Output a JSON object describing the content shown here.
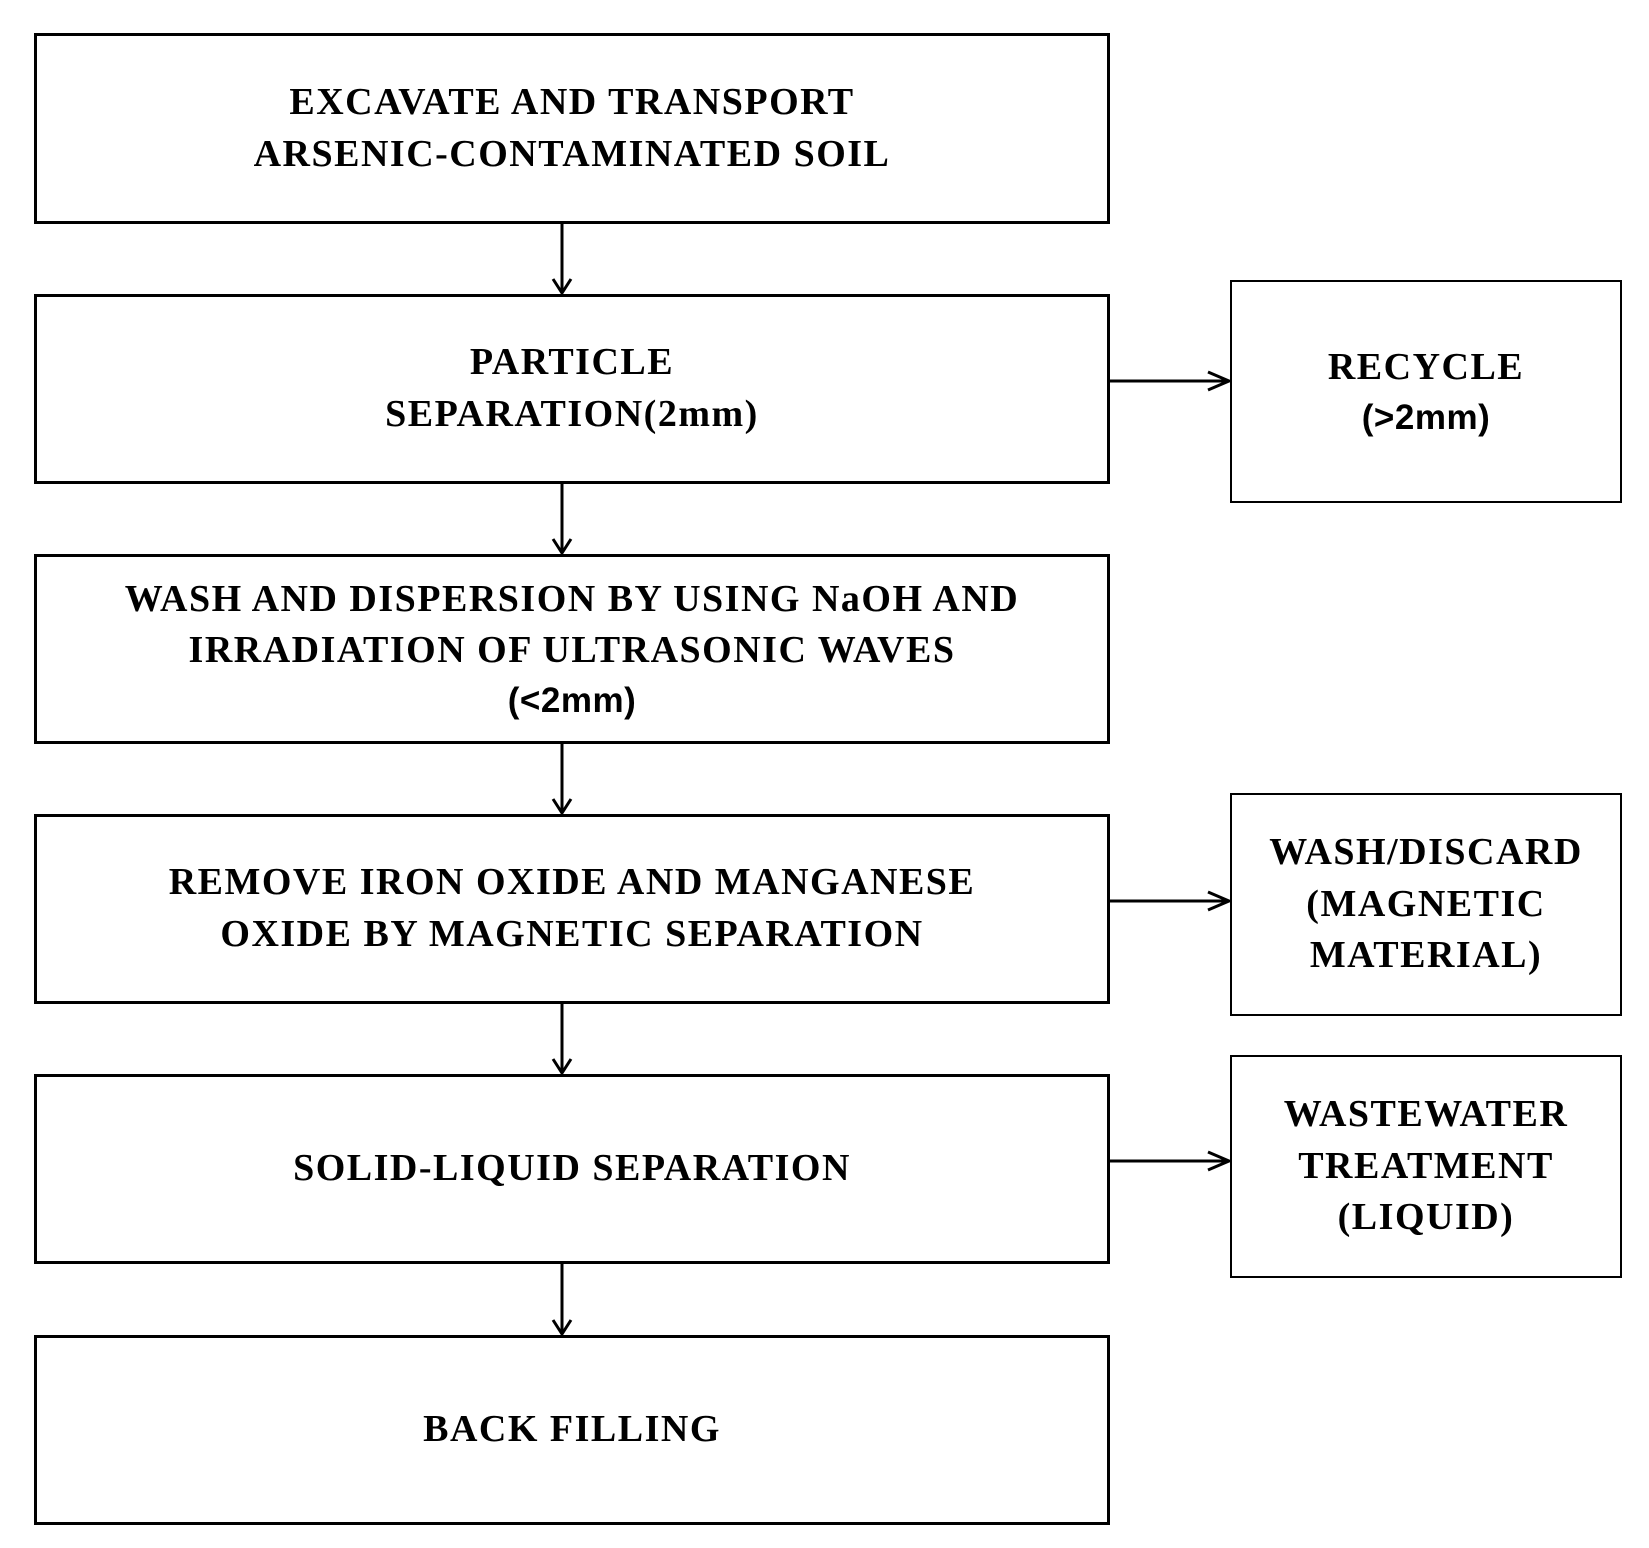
{
  "steps": [
    {
      "id": "excavate",
      "lines": [
        {
          "text": "EXCAVATE AND TRANSPORT",
          "font": "serif"
        },
        {
          "text": "ARSENIC-CONTAMINATED SOIL",
          "font": "serif"
        }
      ]
    },
    {
      "id": "particle-separation",
      "lines": [
        {
          "text": "PARTICLE",
          "font": "serif"
        },
        {
          "text": "SEPARATION(2mm)",
          "font": "serif"
        }
      ]
    },
    {
      "id": "wash-dispersion",
      "lines": [
        {
          "text": "WASH AND DISPERSION BY USING NaOH AND",
          "font": "serif"
        },
        {
          "text": "IRRADIATION OF ULTRASONIC WAVES",
          "font": "serif"
        },
        {
          "text": "(<2mm)",
          "font": "sans"
        }
      ]
    },
    {
      "id": "magnetic-separation",
      "lines": [
        {
          "text": "REMOVE IRON OXIDE AND MANGANESE",
          "font": "serif"
        },
        {
          "text": "OXIDE BY MAGNETIC SEPARATION",
          "font": "serif"
        }
      ]
    },
    {
      "id": "solid-liquid-separation",
      "lines": [
        {
          "text": "SOLID-LIQUID SEPARATION",
          "font": "serif"
        }
      ]
    },
    {
      "id": "back-filling",
      "lines": [
        {
          "text": "BACK FILLING",
          "font": "serif"
        }
      ]
    }
  ],
  "outputs": [
    {
      "id": "recycle",
      "lines": [
        {
          "text": "RECYCLE",
          "font": "serif"
        },
        {
          "text": "(>2mm)",
          "font": "sans"
        }
      ]
    },
    {
      "id": "wash-discard",
      "lines": [
        {
          "text": "WASH/DISCARD",
          "font": "serif"
        },
        {
          "text": "(MAGNETIC",
          "font": "serif"
        },
        {
          "text": "MATERIAL)",
          "font": "serif"
        }
      ]
    },
    {
      "id": "wastewater-treatment",
      "lines": [
        {
          "text": "WASTEWATER",
          "font": "serif"
        },
        {
          "text": "TREATMENT",
          "font": "serif"
        },
        {
          "text": "(LIQUID)",
          "font": "serif"
        }
      ]
    }
  ],
  "flow_edges": [
    {
      "from": "excavate",
      "to": "particle-separation"
    },
    {
      "from": "particle-separation",
      "to": "wash-dispersion"
    },
    {
      "from": "wash-dispersion",
      "to": "magnetic-separation"
    },
    {
      "from": "magnetic-separation",
      "to": "solid-liquid-separation"
    },
    {
      "from": "solid-liquid-separation",
      "to": "back-filling"
    },
    {
      "from": "particle-separation",
      "to": "recycle"
    },
    {
      "from": "magnetic-separation",
      "to": "wash-discard"
    },
    {
      "from": "solid-liquid-separation",
      "to": "wastewater-treatment"
    }
  ],
  "colors": {
    "stroke": "#000000",
    "background": "#ffffff"
  }
}
